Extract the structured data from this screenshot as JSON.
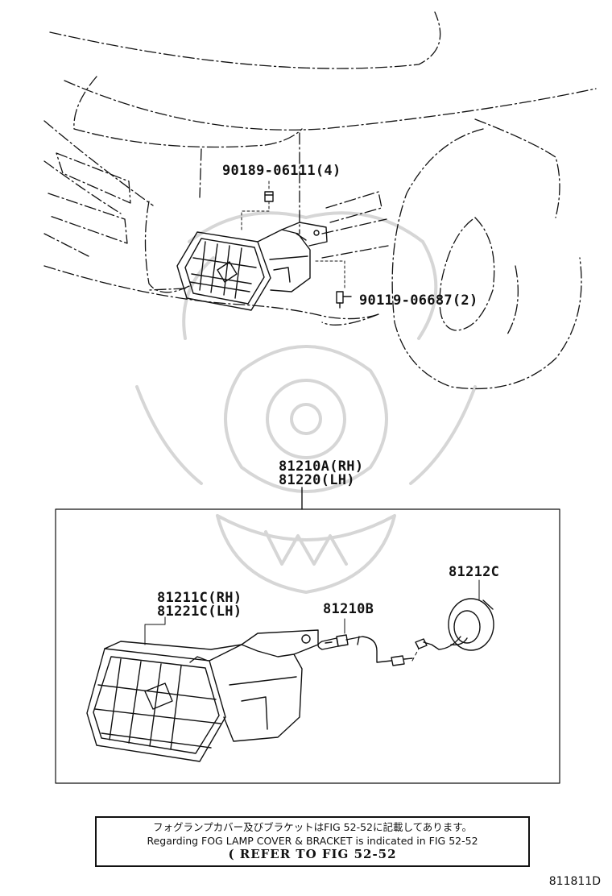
{
  "parts": {
    "bolt_top": "90189-06111(4)",
    "bolt_side": "90119-06687(2)",
    "assembly_rh": "81210A(RH)",
    "assembly_lh": "81220(LH)",
    "unit_rh": "81211C(RH)",
    "unit_lh": "81221C(LH)",
    "bulb": "81210B",
    "socket": "81212C"
  },
  "note": {
    "japanese": "フォグランプカバー及びブラケットはFIG 52-52に記載してあります。",
    "english": "Regarding FOG LAMP COVER & BRACKET is indicated in FIG 52-52",
    "reference": "( REFER TO FIG 52-52"
  },
  "figure_code": "811811D"
}
